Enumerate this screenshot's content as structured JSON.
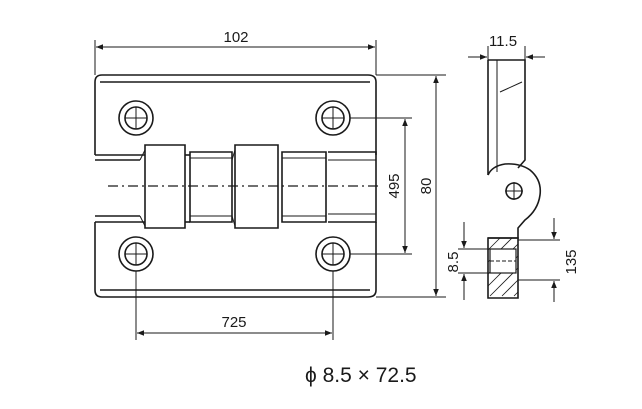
{
  "dimensions": {
    "overall_width": "102",
    "overall_height": "80",
    "hole_vertical_spacing": "495",
    "hole_horizontal_spacing": "725",
    "side_thickness": "11.5",
    "pin_diameter": "8.5",
    "knuckle_height": "135"
  },
  "specification": "ϕ 8.5 × 72.5"
}
